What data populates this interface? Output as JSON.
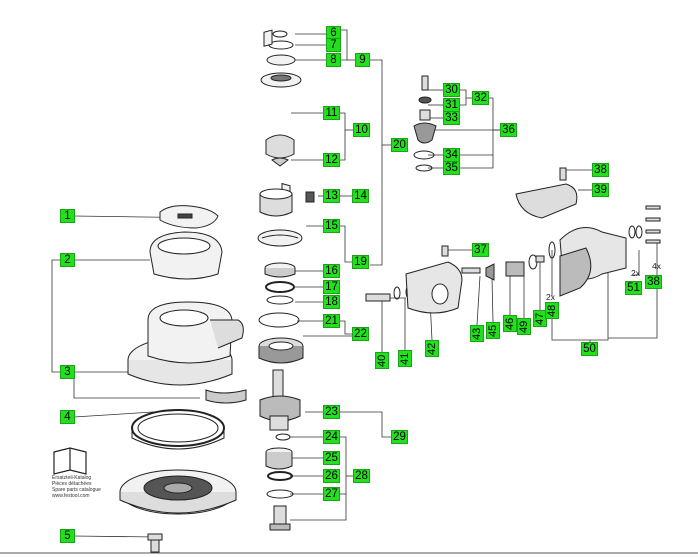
{
  "labels": {
    "l1": "1",
    "l2": "2",
    "l3": "3",
    "l4": "4",
    "l5": "5",
    "l6": "6",
    "l7": "7",
    "l8": "8",
    "l9": "9",
    "l10": "10",
    "l11": "11",
    "l12": "12",
    "l13": "13",
    "l14": "14",
    "l15": "15",
    "l16": "16",
    "l17": "17",
    "l18": "18",
    "l19": "19",
    "l20": "20",
    "l21": "21",
    "l22": "22",
    "l23": "23",
    "l24": "24",
    "l25": "25",
    "l26": "26",
    "l27": "27",
    "l28": "28",
    "l29": "29",
    "l30": "30",
    "l31": "31",
    "l32": "32",
    "l33": "33",
    "l34": "34",
    "l35": "35",
    "l36": "36",
    "l37": "37",
    "l38a": "38",
    "l38b": "38",
    "l39": "39",
    "l40": "40",
    "l41": "41",
    "l42": "42",
    "l43": "43",
    "l45": "45",
    "l46": "46",
    "l47": "47",
    "l48": "48",
    "l49": "49",
    "l50": "50",
    "l51": "51"
  },
  "notes": {
    "two_x_48": "2x",
    "two_x_51": "2x",
    "four_x_38": "4x"
  },
  "catalog": {
    "line1": "Ersatzteil-Katalog",
    "line2": "Pièces détachées",
    "line3": "Spare parts catalogue",
    "line4": "www.festool.com"
  },
  "colors": {
    "label_bg": "#22e01e",
    "line": "#333333",
    "part_stroke": "#222222",
    "part_fill": "#e6e6e6"
  }
}
